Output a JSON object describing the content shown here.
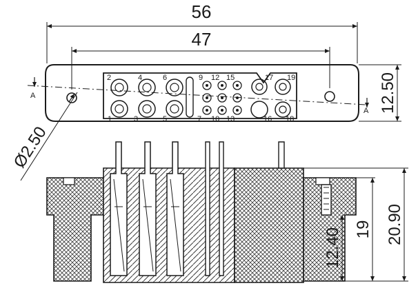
{
  "dimensions": {
    "overall_width": "56",
    "hole_spacing": "47",
    "height_top_view": "12.50",
    "hole_diameter": "Ø2.50",
    "height_total": "20.90",
    "height_mid": "19",
    "height_low": "12.40"
  },
  "section_marks": {
    "left": "A",
    "right": "A"
  },
  "pins": {
    "top_row_large": [
      "2",
      "4",
      "6"
    ],
    "bottom_row_large": [
      "1",
      "3",
      "5"
    ],
    "top_row_small": [
      "9",
      "12",
      "15"
    ],
    "bottom_row_small": [
      "7",
      "10",
      "13"
    ],
    "right_top": [
      "17",
      "19"
    ],
    "right_bottom": [
      "16",
      "18"
    ]
  },
  "colors": {
    "ink": "#1a1a1a",
    "hatch": "#3a3a3a"
  }
}
